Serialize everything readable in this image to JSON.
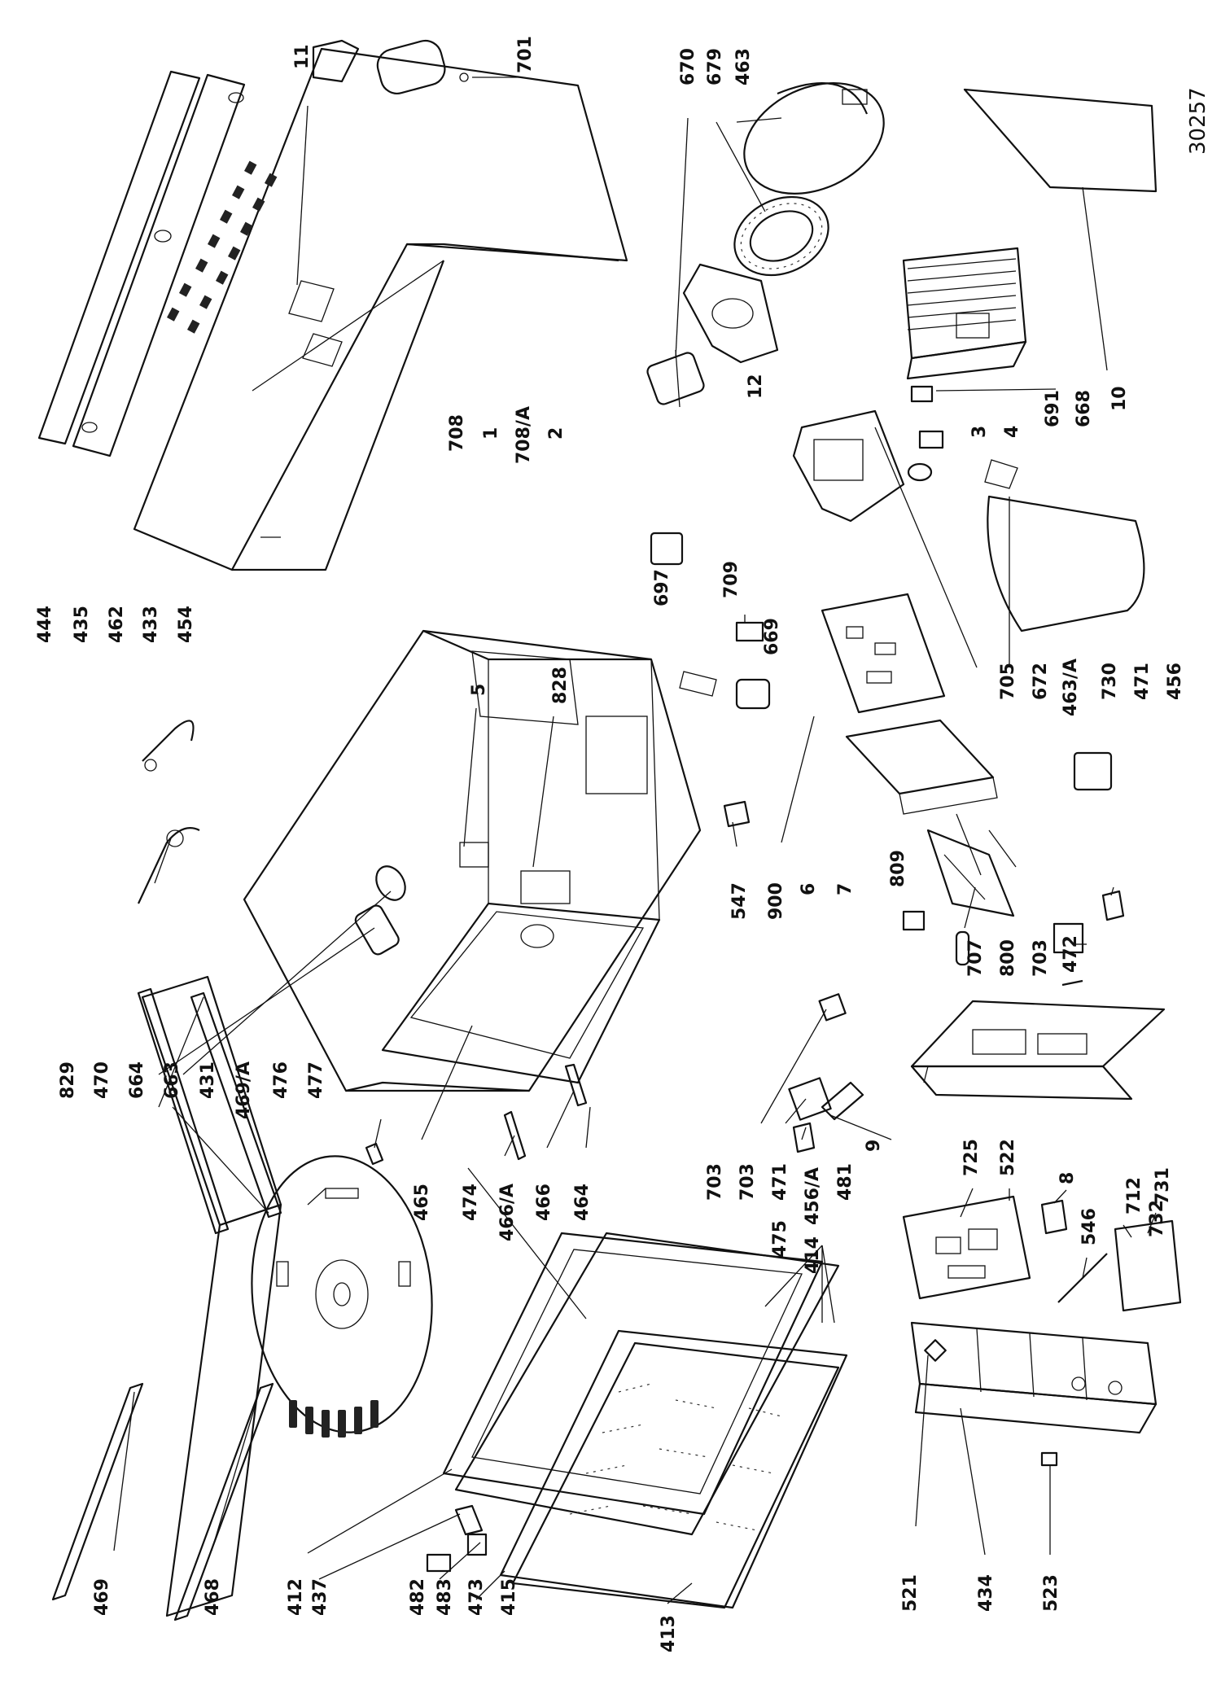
{
  "document_number": "30257",
  "callouts": {
    "p444": "444",
    "p435": "435",
    "p462": "462",
    "p433": "433",
    "p454": "454",
    "p11": "11",
    "p701": "701",
    "p670": "670",
    "p679": "679",
    "p463": "463",
    "p12": "12",
    "p708": "708",
    "p1": "1",
    "p708a": "708/A",
    "p2": "2",
    "p691": "691",
    "p668": "668",
    "p10": "10",
    "p3": "3",
    "p4": "4",
    "p697": "697",
    "p709": "709",
    "p669": "669",
    "p705": "705",
    "p672": "672",
    "p463a": "463/A",
    "p5": "5",
    "p828": "828",
    "p547": "547",
    "p900": "900",
    "p6": "6",
    "p7": "7",
    "p730": "730",
    "p471": "471",
    "p456": "456",
    "p809": "809",
    "p707": "707",
    "p800": "800",
    "p703": "703",
    "p472": "472",
    "p829": "829",
    "p470": "470",
    "p664": "664",
    "p663": "663",
    "p431": "431",
    "p469a": "469/A",
    "p476": "476",
    "p477": "477",
    "p465": "465",
    "p474": "474",
    "p466a": "466/A",
    "p466": "466",
    "p464": "464",
    "p703b": "703",
    "p703c": "703",
    "p471b": "471",
    "p475": "475",
    "p456a": "456/A",
    "p481": "481",
    "p9": "9",
    "p414": "414",
    "p725": "725",
    "p522": "522",
    "p8": "8",
    "p546": "546",
    "p731": "731",
    "p712": "712",
    "p732": "732",
    "p469": "469",
    "p468": "468",
    "p412": "412",
    "p437": "437",
    "p482": "482",
    "p483": "483",
    "p473": "473",
    "p415": "415",
    "p413": "413",
    "p521": "521",
    "p434": "434",
    "p523": "523"
  }
}
